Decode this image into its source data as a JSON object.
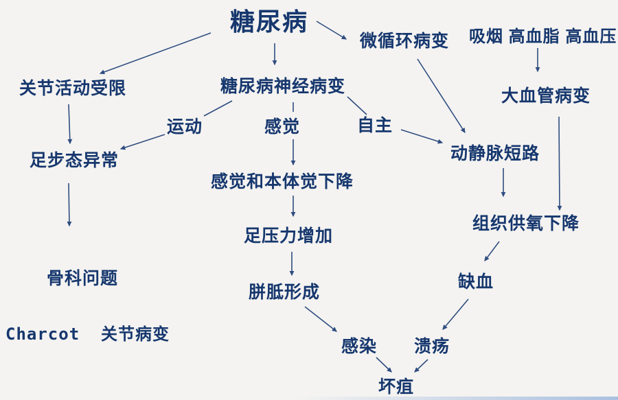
{
  "diagram": {
    "title": "糖尿病",
    "description": "糖尿病足发病机制流程图",
    "text_color": "#16376e",
    "arrow_color": "#2f4d80",
    "background_color": "#f4f3f1",
    "nodes": {
      "diabetes": "糖尿病",
      "microcirculation": "微循环病变",
      "risk_factors": "吸烟 高血脂 高血压",
      "joint_mobility": "关节活动受限",
      "neuropathy": "糖尿病神经病变",
      "macrovascular": "大血管病变",
      "motor": "运动",
      "sensory": "感觉",
      "autonomic": "自主",
      "gait": "足步态异常",
      "av_shunt": "动静脉短路",
      "sensation_decline": "感觉和本体觉下降",
      "oxygen_decline": "组织供氧下降",
      "orthopedic_line1": "骨科问题",
      "orthopedic_line2": "Charcot  关节病变",
      "foot_pressure": "足压力增加",
      "ischemia": "缺血",
      "callus": "胼胝形成",
      "infection": "感染",
      "ulcer": "溃疡",
      "gangrene": "坏疽"
    },
    "edges": [
      {
        "from": "diabetes",
        "to": "joint_mobility",
        "style": "arrow"
      },
      {
        "from": "diabetes",
        "to": "neuropathy",
        "style": "arrow"
      },
      {
        "from": "diabetes",
        "to": "microcirculation",
        "style": "arrow"
      },
      {
        "from": "microcirculation",
        "to": "av_shunt",
        "style": "arrow"
      },
      {
        "from": "risk_factors",
        "to": "macrovascular",
        "style": "arrow"
      },
      {
        "from": "macrovascular",
        "to": "oxygen_decline",
        "style": "arrow"
      },
      {
        "from": "neuropathy",
        "to": "motor",
        "style": "line"
      },
      {
        "from": "neuropathy",
        "to": "sensory",
        "style": "line"
      },
      {
        "from": "neuropathy",
        "to": "autonomic",
        "style": "line"
      },
      {
        "from": "motor",
        "to": "gait",
        "style": "arrow"
      },
      {
        "from": "joint_mobility",
        "to": "gait",
        "style": "arrow"
      },
      {
        "from": "autonomic",
        "to": "av_shunt",
        "style": "arrow"
      },
      {
        "from": "sensory",
        "to": "sensation_decline",
        "style": "arrow"
      },
      {
        "from": "gait",
        "to": "orthopedic",
        "style": "arrow"
      },
      {
        "from": "sensation_decline",
        "to": "foot_pressure",
        "style": "arrow"
      },
      {
        "from": "av_shunt",
        "to": "oxygen_decline",
        "style": "arrow"
      },
      {
        "from": "oxygen_decline",
        "to": "ischemia",
        "style": "arrow"
      },
      {
        "from": "foot_pressure",
        "to": "callus",
        "style": "arrow"
      },
      {
        "from": "callus",
        "to": "infection",
        "style": "arrow"
      },
      {
        "from": "ischemia",
        "to": "ulcer",
        "style": "arrow"
      },
      {
        "from": "infection",
        "to": "gangrene",
        "style": "arrow"
      },
      {
        "from": "ulcer",
        "to": "gangrene",
        "style": "arrow"
      }
    ]
  }
}
